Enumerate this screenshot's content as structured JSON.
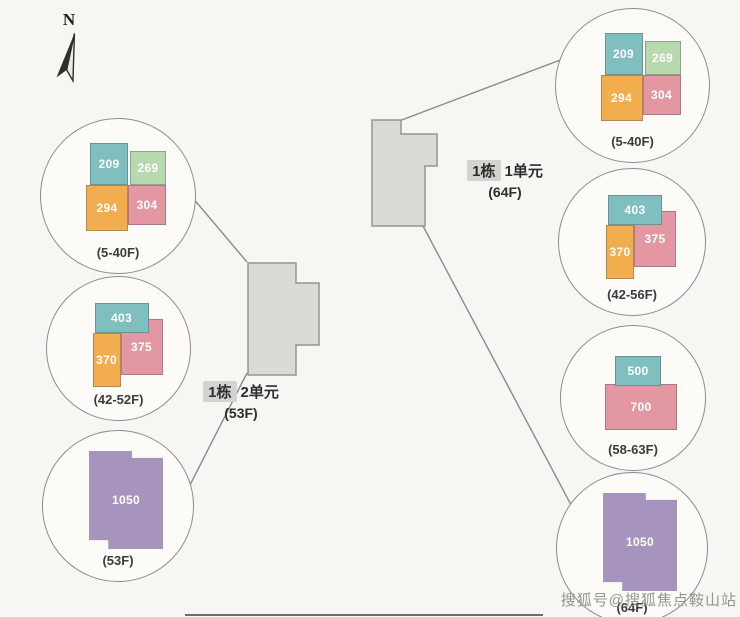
{
  "compass": {
    "label": "N"
  },
  "buildings": {
    "left": {
      "name": "1栋",
      "unit": "2单元",
      "floors": "(53F)"
    },
    "right": {
      "name": "1栋",
      "unit": "1单元",
      "floors": "(64F)"
    }
  },
  "left_circles": [
    {
      "label": "(5-40F)",
      "units": [
        {
          "no": "209",
          "color": "teal"
        },
        {
          "no": "269",
          "color": "mint"
        },
        {
          "no": "294",
          "color": "orange"
        },
        {
          "no": "304",
          "color": "pink"
        }
      ]
    },
    {
      "label": "(42-52F)",
      "units": [
        {
          "no": "403",
          "color": "teal"
        },
        {
          "no": "375",
          "color": "pink"
        },
        {
          "no": "370",
          "color": "orange"
        }
      ]
    },
    {
      "label": "(53F)",
      "units": [
        {
          "no": "1050",
          "color": "purple"
        }
      ]
    }
  ],
  "right_circles": [
    {
      "label": "(5-40F)",
      "units": [
        {
          "no": "209",
          "color": "teal"
        },
        {
          "no": "269",
          "color": "mint"
        },
        {
          "no": "294",
          "color": "orange"
        },
        {
          "no": "304",
          "color": "pink"
        }
      ]
    },
    {
      "label": "(42-56F)",
      "units": [
        {
          "no": "403",
          "color": "teal"
        },
        {
          "no": "375",
          "color": "pink"
        },
        {
          "no": "370",
          "color": "orange"
        }
      ]
    },
    {
      "label": "(58-63F)",
      "units": [
        {
          "no": "500",
          "color": "teal"
        },
        {
          "no": "700",
          "color": "pink"
        }
      ]
    },
    {
      "label": "(64F)",
      "units": [
        {
          "no": "1050",
          "color": "purple"
        }
      ]
    }
  ],
  "watermark": {
    "text": "搜狐号@搜狐焦点鞍山站"
  },
  "palette": {
    "teal": "#7fbfc0",
    "mint": "#b6d9ae",
    "orange": "#f2ae4e",
    "pink": "#e297a2",
    "purple": "#a794be",
    "building_fill": "#dbdad7",
    "outline": "#8a8a8a"
  }
}
